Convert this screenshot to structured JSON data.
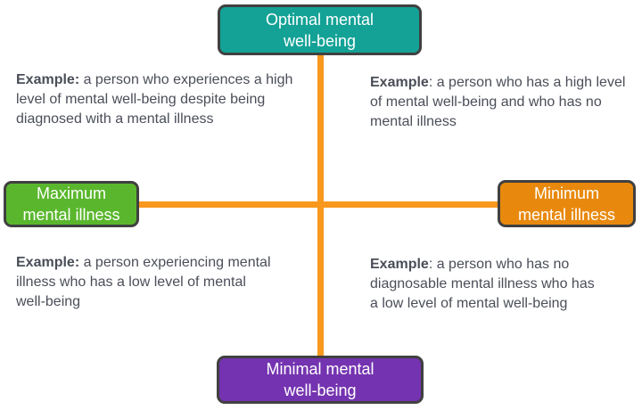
{
  "colors": {
    "teal": "#14a296",
    "green": "#5ab72d",
    "orange": "#e8890d",
    "purple": "#7433b0",
    "axis": "#f8981d",
    "box_border": "#404040",
    "body_text": "#4a4e58",
    "box_text": "#ffffff",
    "background": "#ffffff"
  },
  "nodes": {
    "top": {
      "label": "Optimal mental well-being",
      "lines": [
        "Optimal mental",
        "well-being"
      ]
    },
    "left": {
      "label": "Maximum mental illness",
      "lines": [
        "Maximum",
        "mental illness"
      ]
    },
    "right": {
      "label": "Minimum mental illness",
      "lines": [
        "Minimum",
        "mental illness"
      ]
    },
    "bottom": {
      "label": "Minimal mental well-being",
      "lines": [
        "Minimal mental",
        "well-being"
      ]
    }
  },
  "quadrants": {
    "top_left": {
      "prefix": "Example:",
      "lines": [
        " a person who experiences a high",
        "level of mental well-being despite being",
        "diagnosed with a mental illness"
      ]
    },
    "top_right": {
      "prefix": "Example",
      "lines": [
        ": a person who has a high level",
        "of mental well-being and who has no",
        "mental illness"
      ]
    },
    "bottom_left": {
      "prefix": "Example:",
      "lines": [
        " a person experiencing mental",
        "illness who has a low level of mental",
        "well-being"
      ]
    },
    "bottom_right": {
      "prefix": "Example",
      "lines": [
        ": a person who has no",
        "diagnosable mental illness who has",
        "a low level of mental well-being"
      ]
    }
  }
}
